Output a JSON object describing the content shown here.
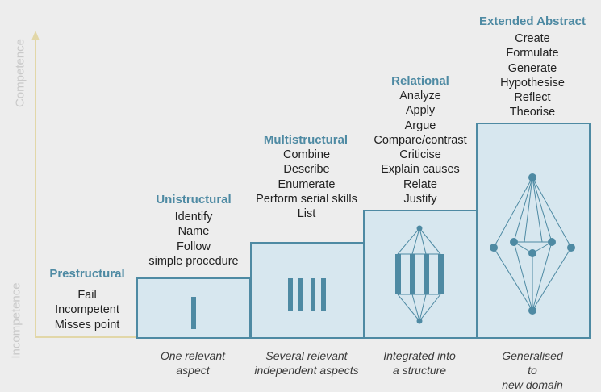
{
  "axes": {
    "y_top_label": "Competence",
    "y_bottom_label": "Incompetence"
  },
  "levels": [
    {
      "title": "Prestructural",
      "verbs": [
        "Fail",
        "Incompetent",
        "Misses point"
      ],
      "caption": []
    },
    {
      "title": "Unistructural",
      "verbs": [
        "Identify",
        "Name",
        "Follow",
        "simple procedure"
      ],
      "caption": [
        "One relevant",
        "aspect"
      ]
    },
    {
      "title": "Multistructural",
      "verbs": [
        "Combine",
        "Describe",
        "Enumerate",
        "Perform serial skills",
        "List"
      ],
      "caption": [
        "Several relevant",
        "independent aspects"
      ]
    },
    {
      "title": "Relational",
      "verbs": [
        "Analyze",
        "Apply",
        "Argue",
        "Compare/contrast",
        "Criticise",
        "Explain causes",
        "Relate",
        "Justify"
      ],
      "caption": [
        "Integrated into",
        "a structure"
      ]
    },
    {
      "title": "Extended Abstract",
      "verbs": [
        "Create",
        "Formulate",
        "Generate",
        "Hypothesise",
        "Reflect",
        "Theorise"
      ],
      "caption": [
        "Generalised to",
        "new domain"
      ]
    }
  ],
  "colors": {
    "accent": "#4e8aa3",
    "block_fill": "#d7e7ef",
    "axis": "#e2d7a8",
    "axis_label": "#c9c9c9",
    "background": "#ededed"
  }
}
